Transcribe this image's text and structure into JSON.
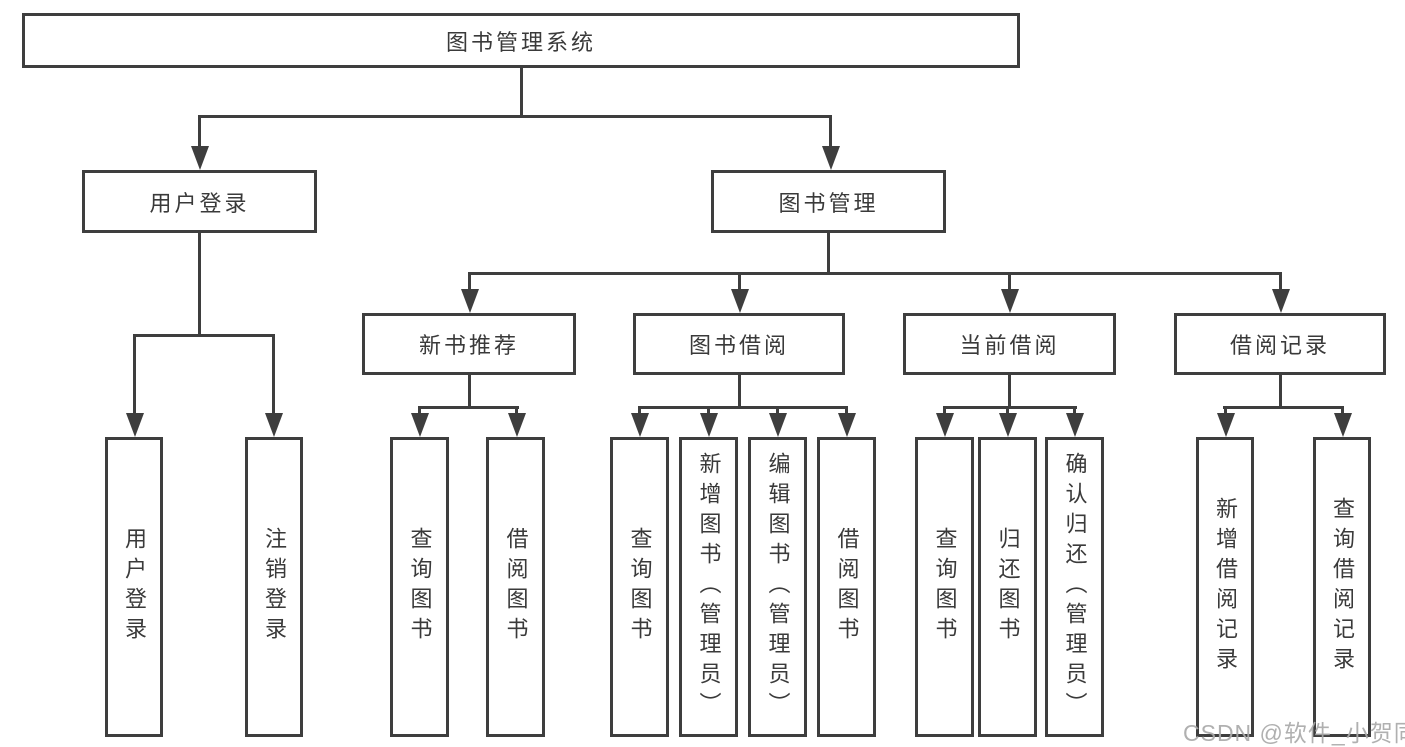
{
  "diagram": {
    "root": {
      "label": "图书管理系统"
    },
    "branches": [
      {
        "label": "用户登录",
        "children": [
          "用户登录",
          "注销登录"
        ]
      },
      {
        "label": "图书管理",
        "sections": [
          {
            "label": "新书推荐",
            "children": [
              "查询图书",
              "借阅图书"
            ]
          },
          {
            "label": "图书借阅",
            "children": [
              "查询图书",
              "新增图书（管理员）",
              "编辑图书（管理员）",
              "借阅图书"
            ]
          },
          {
            "label": "当前借阅",
            "children": [
              "查询图书",
              "归还图书",
              "确认归还（管理员）"
            ]
          },
          {
            "label": "借阅记录",
            "children": [
              "新增借阅记录",
              "查询借阅记录"
            ]
          }
        ]
      }
    ]
  },
  "watermark": "CSDN @软件_小贺同学",
  "colors": {
    "line": "#3e3e3e",
    "text": "#3a3a3a",
    "watermark": "#a9a9a9",
    "background": "#ffffff"
  }
}
